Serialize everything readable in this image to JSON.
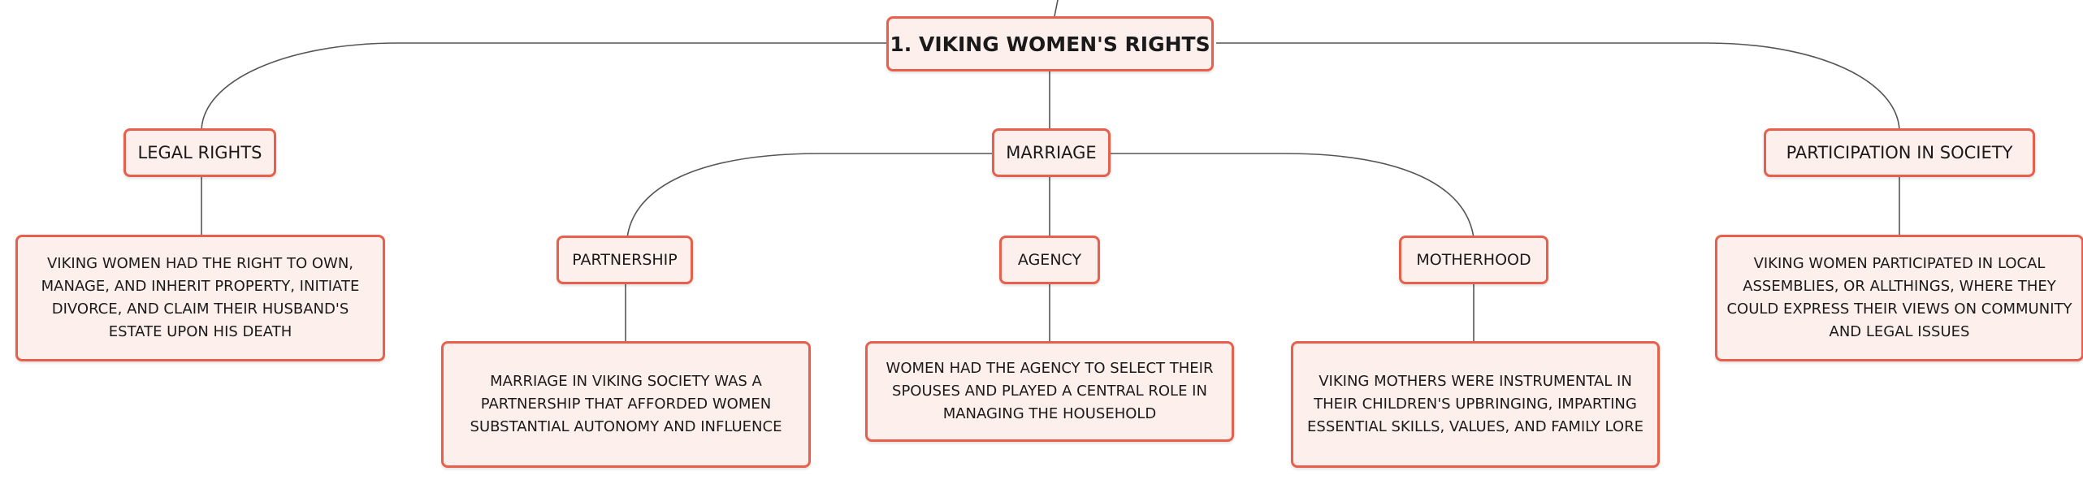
{
  "root": {
    "label": "1. VIKING WOMEN'S RIGHTS"
  },
  "legal_rights": {
    "label": "LEGAL RIGHTS",
    "detail": "VIKING WOMEN HAD THE RIGHT TO OWN, MANAGE, AND INHERIT PROPERTY, INITIATE DIVORCE, AND CLAIM THEIR HUSBAND'S ESTATE UPON HIS DEATH"
  },
  "marriage": {
    "label": "MARRIAGE",
    "partnership": {
      "label": "PARTNERSHIP",
      "detail": "MARRIAGE IN VIKING SOCIETY WAS A PARTNERSHIP THAT AFFORDED WOMEN SUBSTANTIAL AUTONOMY AND INFLUENCE"
    },
    "agency": {
      "label": "AGENCY",
      "detail": "WOMEN HAD THE AGENCY TO SELECT THEIR SPOUSES AND PLAYED A CENTRAL ROLE IN MANAGING THE HOUSEHOLD"
    },
    "motherhood": {
      "label": "MOTHERHOOD",
      "detail": "VIKING MOTHERS WERE INSTRUMENTAL IN THEIR CHILDREN'S UPBRINGING, IMPARTING ESSENTIAL SKILLS, VALUES, AND FAMILY LORE"
    }
  },
  "participation": {
    "label": "PARTICIPATION IN SOCIETY",
    "detail": "VIKING WOMEN PARTICIPATED IN LOCAL ASSEMBLIES, OR ALLTHINGS, WHERE THEY COULD EXPRESS THEIR VIEWS ON COMMUNITY AND LEGAL ISSUES"
  },
  "colors": {
    "border": "#e8604c",
    "fill": "#fdf0ec",
    "line": "#555555"
  }
}
